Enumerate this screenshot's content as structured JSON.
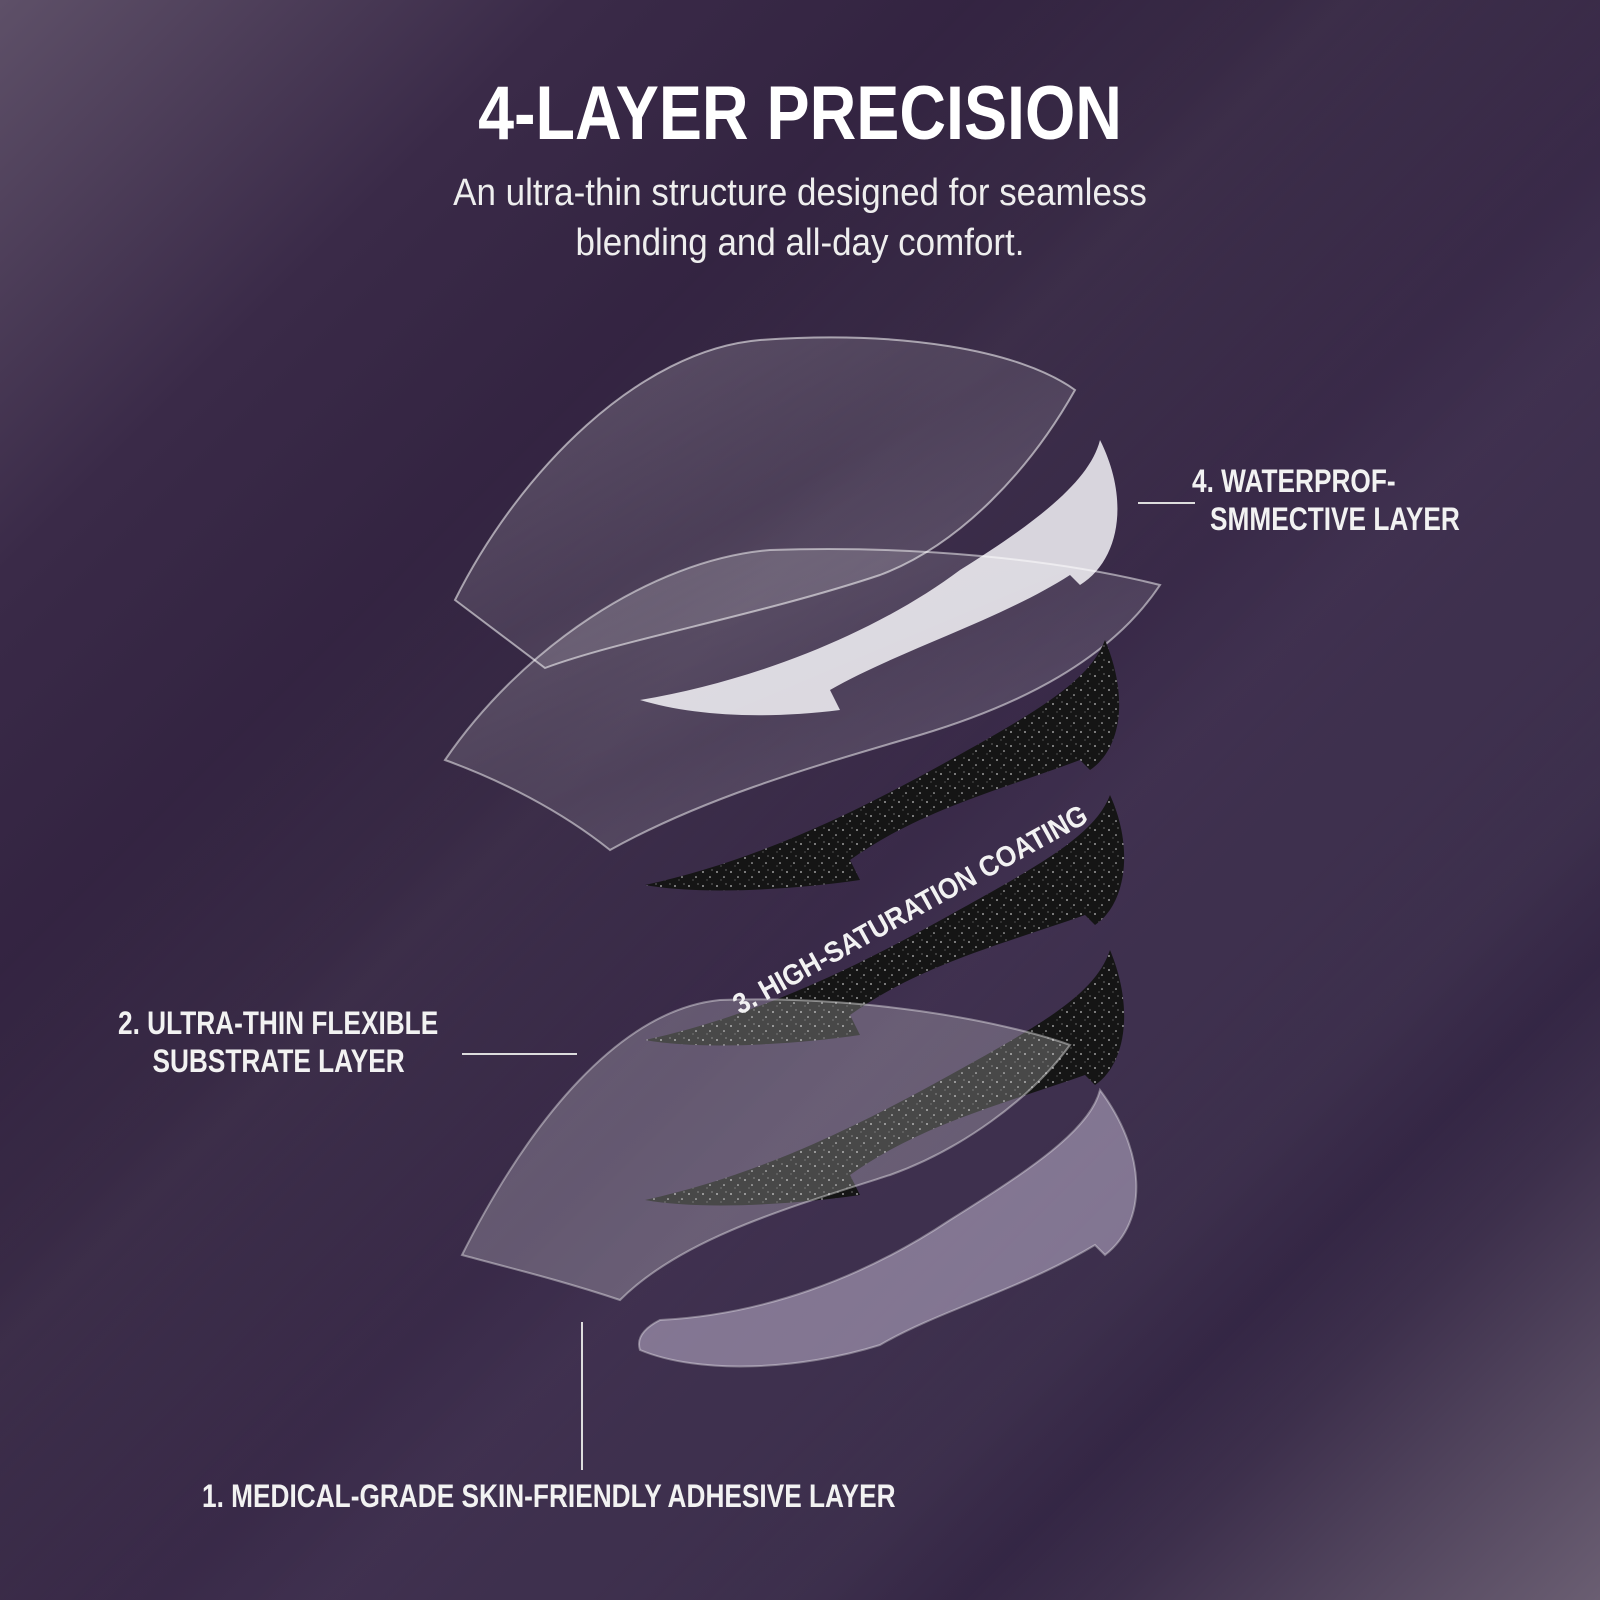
{
  "header": {
    "title": "4-LAYER PRECISION",
    "subtitle_line1": "An ultra-thin structure designed for seamless",
    "subtitle_line2": "blending and all-day comfort."
  },
  "layers": [
    {
      "line1": "1. MEDICAL-GRADE SKIN-FRIENDLY ADHESIVE LAYER"
    },
    {
      "line1": "2. ULTRA-THIN FLEXIBLE",
      "line2": "SUBSTRATE LAYER"
    },
    {
      "line1": "3. HIGH-SATURATION COATING"
    },
    {
      "line1": "4. WATERPROF-",
      "line2": "SMMECTIVE LAYER"
    }
  ],
  "colors": {
    "background": "#33243f",
    "text": "#ffffff",
    "glitter": "#111111"
  }
}
